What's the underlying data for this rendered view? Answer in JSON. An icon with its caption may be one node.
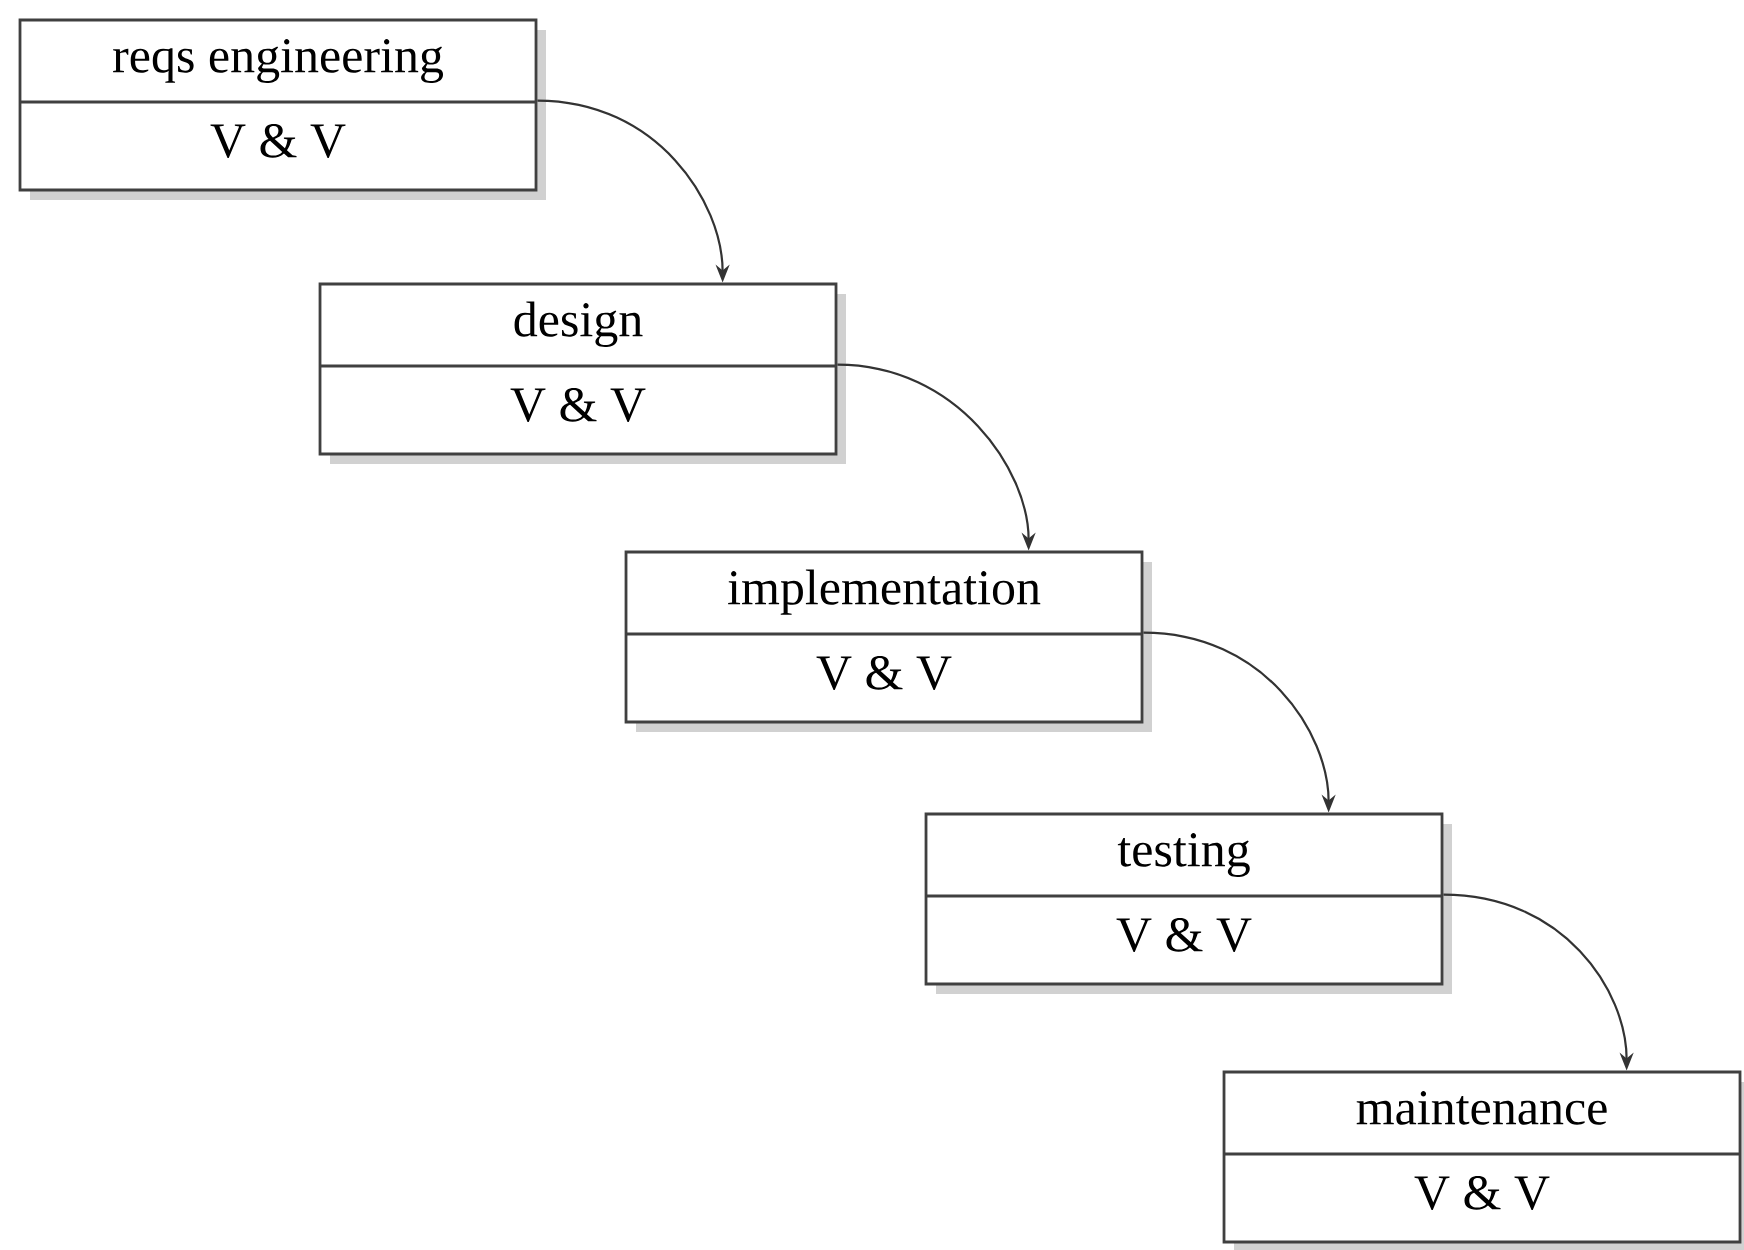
{
  "diagram": {
    "nodes": [
      {
        "text": [
          "reqs engineering",
          "V & V"
        ]
      },
      {
        "text": [
          "design",
          "V & V"
        ]
      },
      {
        "text": [
          "implementation",
          "V & V"
        ]
      },
      {
        "text": [
          "testing",
          "V & V"
        ]
      },
      {
        "text": [
          "maintenance",
          "V & V"
        ]
      }
    ],
    "edges": [
      {
        "from": 0,
        "to": 1,
        "arrow": "to"
      },
      {
        "from": 1,
        "to": 2,
        "arrow": "to"
      },
      {
        "from": 2,
        "to": 3,
        "arrow": "to"
      },
      {
        "from": 3,
        "to": 4,
        "arrow": "to"
      }
    ]
  }
}
